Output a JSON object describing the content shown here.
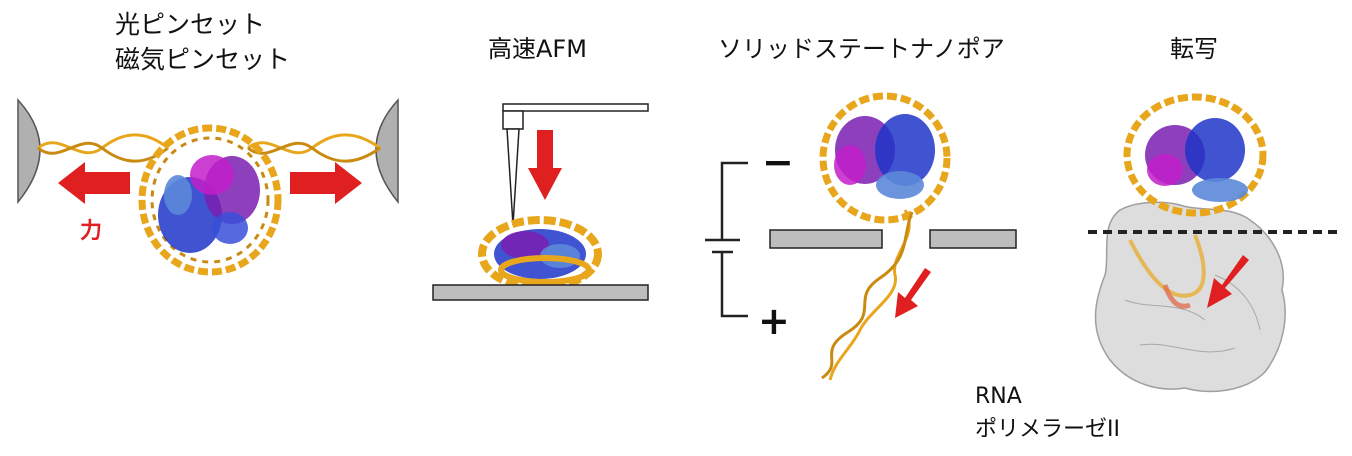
{
  "panels": [
    {
      "title_line1": "光ピンセット",
      "title_line2": "磁気ピンセット",
      "force_label": "力"
    },
    {
      "title": "高速AFM"
    },
    {
      "title": "ソリッドステートナノポア",
      "minus_sign": "−",
      "plus_sign": "+"
    },
    {
      "title": "転写",
      "enzyme_label_line1": "RNA",
      "enzyme_label_line2": "ポリメラーゼII"
    }
  ],
  "colors": {
    "dna": "#e8a61c",
    "dna_dark": "#b97a0a",
    "histone_blue": "#1f35c8",
    "histone_lightblue": "#5b88d8",
    "histone_purple": "#7a1fb0",
    "histone_magenta": "#c21ec9",
    "arrow_red": "#e02020",
    "surface_gray": "#bdbdbd",
    "polymerase_gray": "#dcdcdc"
  }
}
